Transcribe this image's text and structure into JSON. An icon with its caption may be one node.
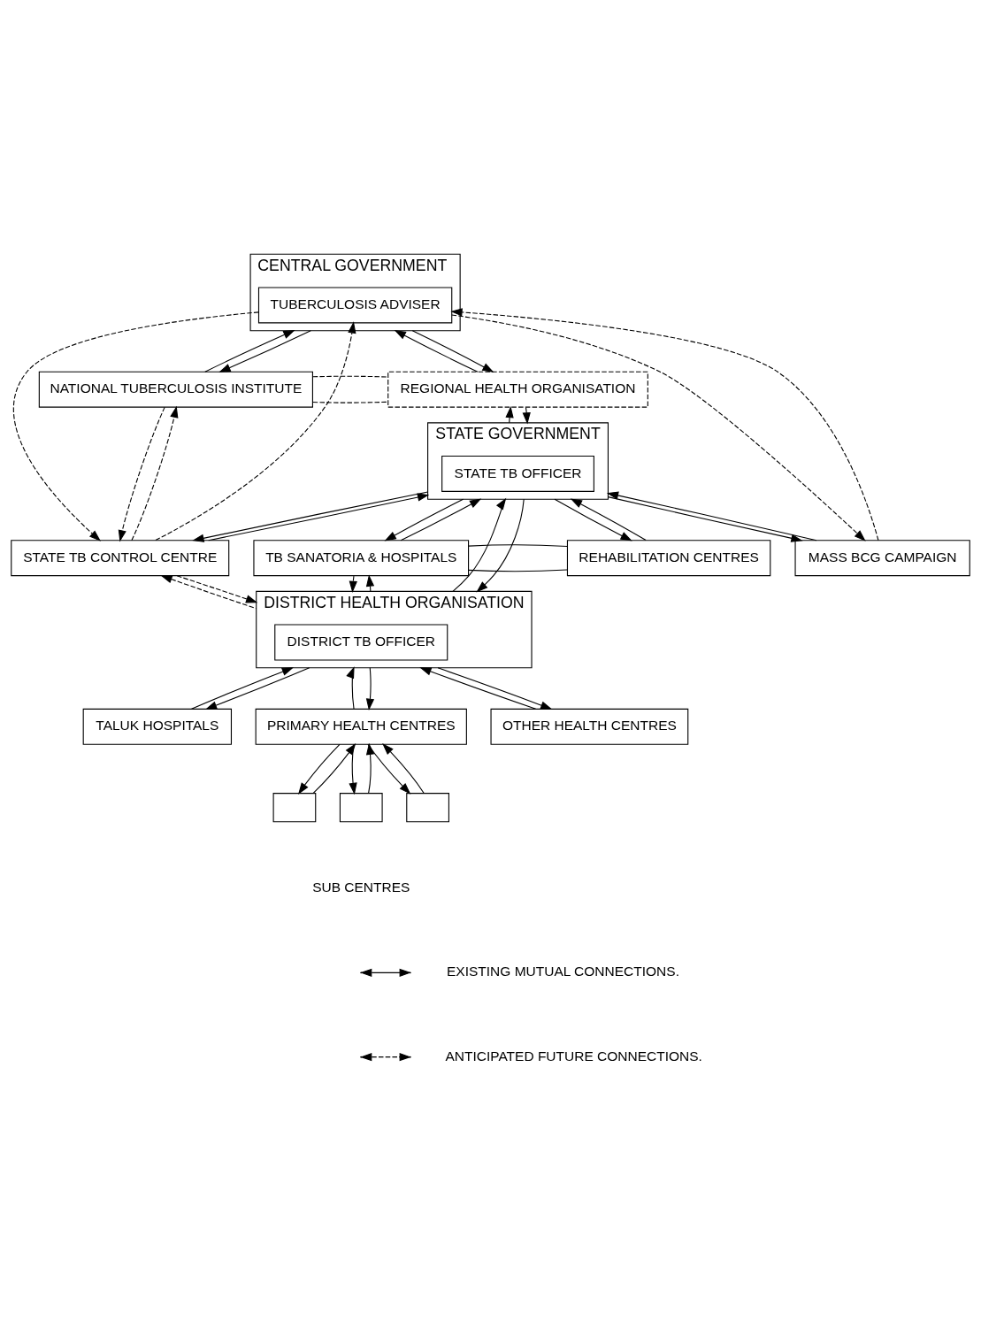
{
  "diagram": {
    "nodes": [
      {
        "text": [
          "CENTRAL GOVERNMENT"
        ]
      },
      {
        "text": [
          "TUBERCULOSIS ADVISER"
        ],
        "in": 0
      },
      {
        "text": [
          "NATIONAL TUBERCULOSIS INSTITUTE"
        ]
      },
      {
        "text": [
          "REGIONAL HEALTH ORGANISATION"
        ]
      },
      {
        "text": [
          "STATE GOVERNMENT"
        ]
      },
      {
        "text": [
          "STATE TB OFFICER"
        ],
        "in": 4
      },
      {
        "text": [
          "STATE TB CONTROL CENTRE"
        ]
      },
      {
        "text": [
          "TB SANATORIA & HOSPITALS"
        ]
      },
      {
        "text": [
          "REHABILITATION CENTRES"
        ]
      },
      {
        "text": [
          "MASS BCG CAMPAIGN"
        ]
      },
      {
        "text": [
          "DISTRICT HEALTH ORGANISATION"
        ]
      },
      {
        "text": [
          "DISTRICT TB OFFICER"
        ],
        "in": 10
      },
      {
        "text": [
          "TALUK HOSPITALS"
        ]
      },
      {
        "text": [
          "PRIMARY HEALTH CENTRES"
        ]
      },
      {
        "text": [
          "OTHER HEALTH CENTRES"
        ]
      },
      {
        "text": [],
        "shape": "box"
      },
      {
        "text": [],
        "shape": "box"
      },
      {
        "text": [],
        "shape": "box"
      }
    ],
    "edges": [
      {
        "from": 2,
        "to": 0,
        "arrow": "to"
      },
      {
        "from": 0,
        "to": 2,
        "arrow": "to"
      },
      {
        "from": 2,
        "to": 3,
        "arrow": "none",
        "style": "dashed"
      },
      {
        "from": 2,
        "to": 3,
        "arrow": "none",
        "style": "dashed"
      },
      {
        "from": 3,
        "to": 0,
        "arrow": "to"
      },
      {
        "from": 0,
        "to": 3,
        "arrow": "to"
      },
      {
        "from": 4,
        "to": 3,
        "arrow": "to"
      },
      {
        "from": 3,
        "to": 4,
        "arrow": "to"
      },
      {
        "from": 6,
        "to": 1,
        "arrow": "to",
        "style": "dashed"
      },
      {
        "from": 1,
        "to": 6,
        "arrow": "to",
        "style": "dashed"
      },
      {
        "from": 9,
        "to": 1,
        "arrow": "to",
        "style": "dashed"
      },
      {
        "from": 1,
        "to": 9,
        "arrow": "to",
        "style": "dashed"
      },
      {
        "from": 6,
        "to": 2,
        "arrow": "to",
        "style": "dashed"
      },
      {
        "from": 2,
        "to": 6,
        "arrow": "to",
        "style": "dashed"
      },
      {
        "from": 4,
        "to": 6,
        "arrow": "to"
      },
      {
        "from": 6,
        "to": 4,
        "arrow": "to"
      },
      {
        "from": 4,
        "to": 7,
        "arrow": "to"
      },
      {
        "from": 7,
        "to": 4,
        "arrow": "to"
      },
      {
        "from": 7,
        "to": 8,
        "arrow": "none"
      },
      {
        "from": 7,
        "to": 8,
        "arrow": "none"
      },
      {
        "from": 4,
        "to": 8,
        "arrow": "to"
      },
      {
        "from": 8,
        "to": 4,
        "arrow": "to"
      },
      {
        "from": 4,
        "to": 9,
        "arrow": "to"
      },
      {
        "from": 9,
        "to": 4,
        "arrow": "to"
      },
      {
        "from": 10,
        "to": 6,
        "arrow": "to",
        "style": "dashed"
      },
      {
        "from": 6,
        "to": 10,
        "arrow": "to",
        "style": "dashed"
      },
      {
        "from": 7,
        "to": 10,
        "arrow": "to",
        "style": "dashed"
      },
      {
        "from": 10,
        "to": 7,
        "arrow": "to",
        "style": "dashed"
      },
      {
        "from": 10,
        "to": 4,
        "arrow": "to"
      },
      {
        "from": 4,
        "to": 10,
        "arrow": "to"
      },
      {
        "from": 12,
        "to": 10,
        "arrow": "to"
      },
      {
        "from": 10,
        "to": 12,
        "arrow": "to"
      },
      {
        "from": 13,
        "to": 10,
        "arrow": "to"
      },
      {
        "from": 10,
        "to": 13,
        "arrow": "to"
      },
      {
        "from": 14,
        "to": 10,
        "arrow": "to"
      },
      {
        "from": 10,
        "to": 14,
        "arrow": "to"
      },
      {
        "from": 15,
        "to": 13,
        "arrow": "to"
      },
      {
        "from": 13,
        "to": 15,
        "arrow": "to"
      },
      {
        "from": 16,
        "to": 13,
        "arrow": "to"
      },
      {
        "from": 13,
        "to": 16,
        "arrow": "to"
      },
      {
        "from": 17,
        "to": 13,
        "arrow": "to"
      },
      {
        "from": 13,
        "to": 17,
        "arrow": "to"
      }
    ],
    "labels": [
      "SUB CENTRES"
    ],
    "legend": [
      {
        "text": "EXISTING MUTUAL CONNECTIONS."
      },
      {
        "text": "ANTICIPATED FUTURE CONNECTIONS."
      }
    ]
  }
}
